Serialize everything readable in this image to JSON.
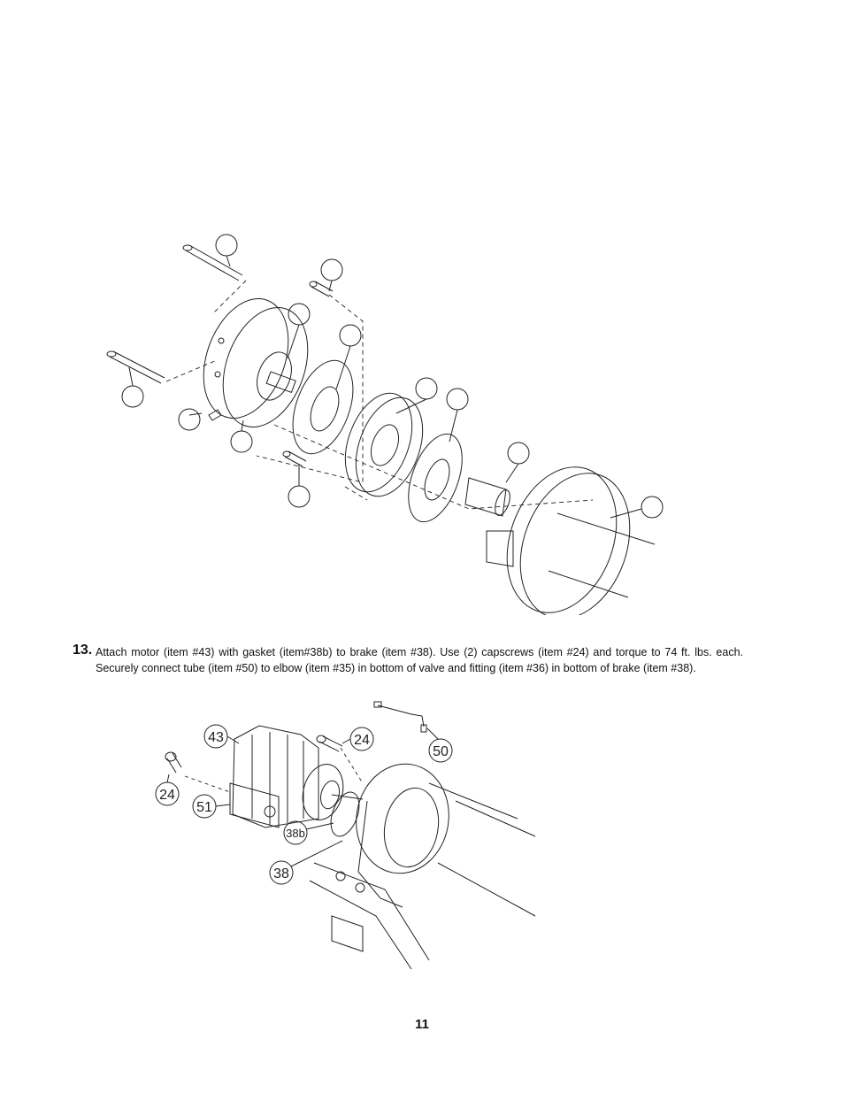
{
  "step": {
    "number": "13.",
    "text": "Attach motor (item #43) with gasket (item#38b) to brake (item #38).  Use (2) capscrews (item #24) and torque to 74 ft. lbs. each.  Securely connect tube (item #50) to elbow (item #35) in bottom of valve and fitting (item #36) in bottom of brake (item #38)."
  },
  "figure2_callouts": {
    "motor": "43",
    "capscrew_top": "24",
    "tube": "50",
    "capscrew_left": "24",
    "item_51": "51",
    "gasket": "38b",
    "brake": "38"
  },
  "page_number": "11"
}
